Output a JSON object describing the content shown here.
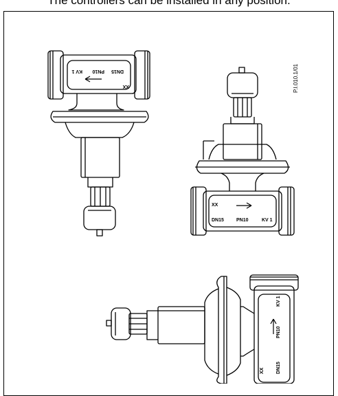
{
  "caption": "The controllers can be installed in any position.",
  "drawing_code": "P.I.010.1/01",
  "valves": [
    {
      "xx": "XX",
      "dn": "DN15",
      "pn": "PN10",
      "kv": "KV 1"
    },
    {
      "xx": "XX",
      "dn": "DN15",
      "pn": "PN10",
      "kv": "KV 1"
    },
    {
      "xx": "XX",
      "dn": "DN15",
      "pn": "PN10",
      "kv": "KV 1"
    }
  ]
}
